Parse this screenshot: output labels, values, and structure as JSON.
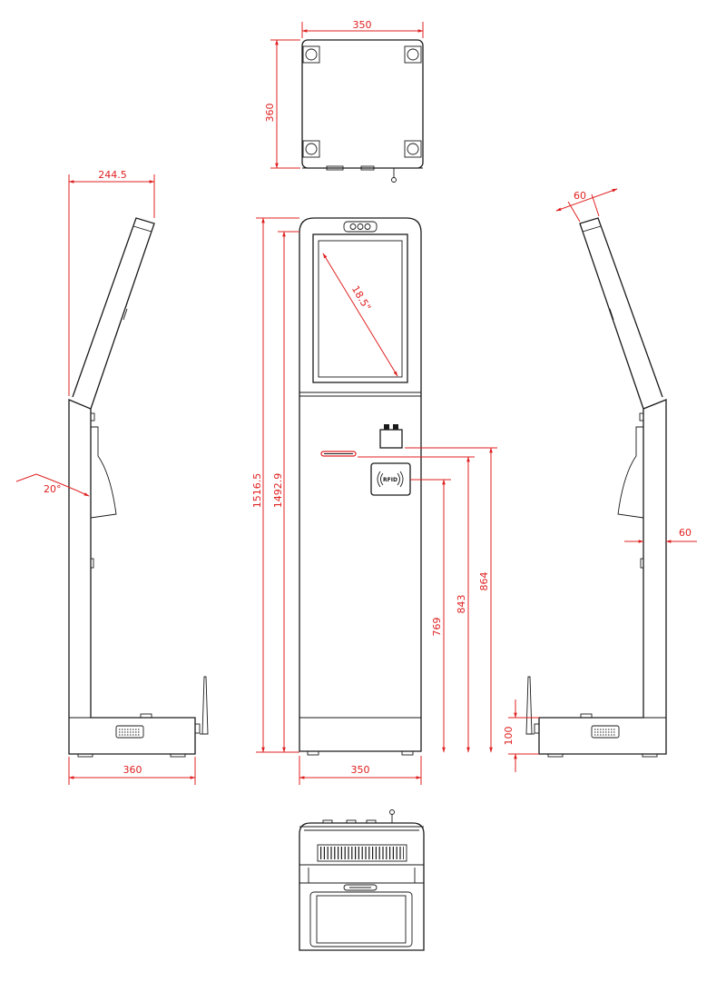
{
  "dimensions": {
    "top_width": "350",
    "top_depth": "360",
    "left_top_offset": "244.5",
    "left_angle": "20°",
    "left_base_depth": "360",
    "front_total_height": "1516.5",
    "front_body_height": "1492.9",
    "screen_diagonal": "18.5\"",
    "rfid_height": "769",
    "card_slot_height": "843",
    "scanner_height": "864",
    "front_base_width": "350",
    "right_top_width": "60",
    "right_column_width": "60",
    "right_base_height": "100"
  },
  "labels": {
    "rfid_text": "RFID"
  },
  "colors": {
    "dimension_lines": "#e02020",
    "outline": "#1a1a1a"
  }
}
